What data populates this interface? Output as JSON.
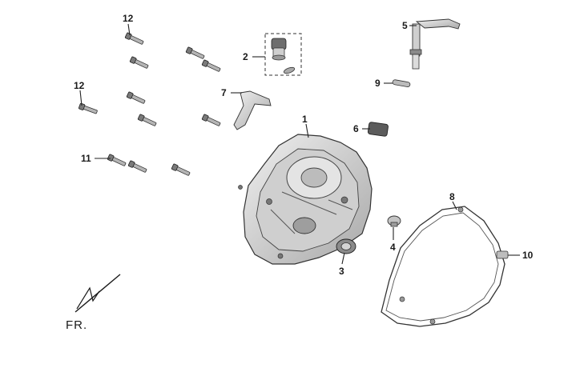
{
  "callouts": {
    "c1": "1",
    "c2": "2",
    "c3": "3",
    "c4": "4",
    "c5": "5",
    "c6": "6",
    "c7": "7",
    "c8": "8",
    "c9": "9",
    "c10": "10",
    "c11": "11",
    "c12a": "12",
    "c12b": "12"
  },
  "direction_label": "FR.",
  "colors": {
    "part_fill": "#d9d9d9",
    "part_dark": "#8c8c8c",
    "outline": "#333333",
    "text": "#1a1a1a"
  }
}
